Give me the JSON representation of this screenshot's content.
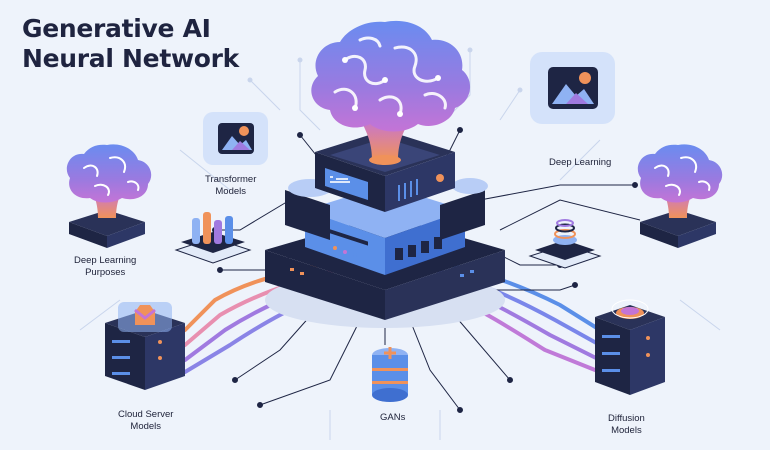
{
  "title": {
    "line1": "Generative AI",
    "line2": "Neural Network"
  },
  "labels": {
    "transformer_line1": "Transformer",
    "transformer_line2": "Models",
    "deep_learning": "Deep Learning",
    "dlp_line1": "Deep Learning",
    "dlp_line2": "Purposes",
    "cloud_line1": "Cloud Server",
    "cloud_line2": "Models",
    "gans": "GANs",
    "diffusion_line1": "Diffusion",
    "diffusion_line2": "Models"
  },
  "colors": {
    "background": "#eef3fb",
    "brain_top": "#6a8cf0",
    "brain_bottom": "#c474d6",
    "server_dark": "#1e2544",
    "server_blue": "#5b8fe8",
    "wire_orange": "#f0925a",
    "wire_purple": "#a07ae0",
    "wire_blue": "#5b8fe8",
    "circuit_line": "#1e2544"
  },
  "icons": [
    "brain-icon",
    "server-icon",
    "image-icon",
    "chip-icon",
    "database-icon",
    "coil-icon"
  ]
}
